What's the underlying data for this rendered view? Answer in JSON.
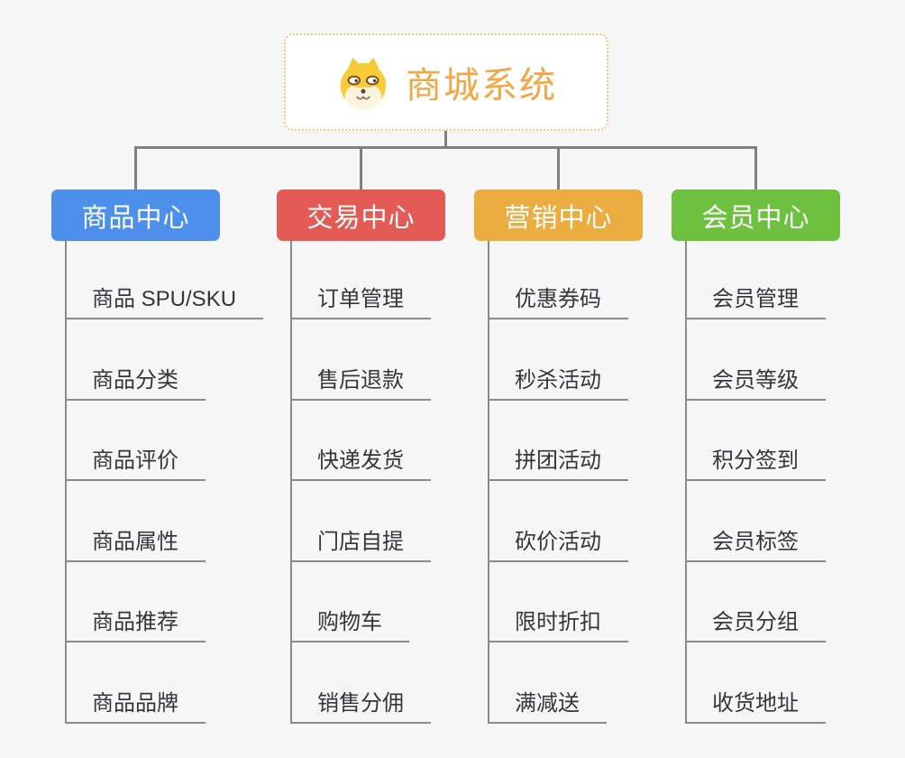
{
  "page": {
    "background": "#F5F6F5",
    "connector_color": "#808080"
  },
  "root": {
    "title": "商城系统",
    "icon": "dog-face-icon",
    "text_color": "#F0A844",
    "border_color": "#F2C878"
  },
  "branches": [
    {
      "label": "商品中心",
      "color": "#4D90EC",
      "children": [
        "商品 SPU/SKU",
        "商品分类",
        "商品评价",
        "商品属性",
        "商品推荐",
        "商品品牌"
      ]
    },
    {
      "label": "交易中心",
      "color": "#E45B56",
      "children": [
        "订单管理",
        "售后退款",
        "快递发货",
        "门店自提",
        "购物车",
        "销售分佣"
      ]
    },
    {
      "label": "营销中心",
      "color": "#EBAC40",
      "children": [
        "优惠券码",
        "秒杀活动",
        "拼团活动",
        "砍价活动",
        "限时折扣",
        "满减送"
      ]
    },
    {
      "label": "会员中心",
      "color": "#6EC13F",
      "children": [
        "会员管理",
        "会员等级",
        "积分签到",
        "会员标签",
        "会员分组",
        "收货地址"
      ]
    }
  ],
  "child_text_color": "#33373B"
}
